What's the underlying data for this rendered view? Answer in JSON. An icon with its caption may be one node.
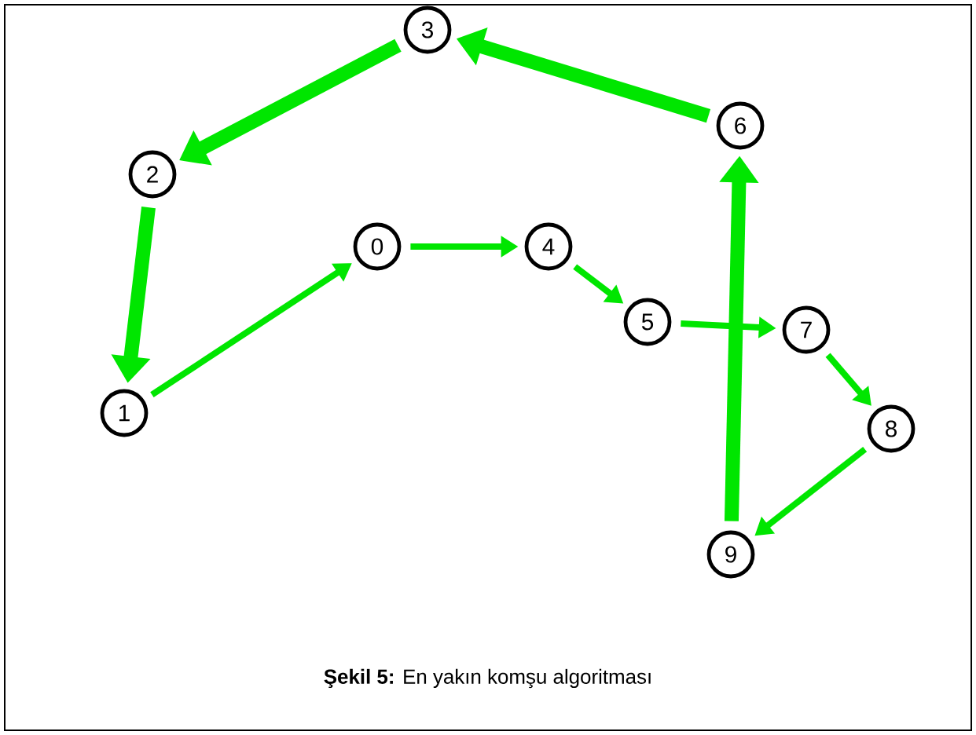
{
  "diagram": {
    "caption": "**Şekil 5:** En yakın komşu algoritması",
    "nodes": [
      {
        "text": [
          "0"
        ]
      },
      {
        "text": [
          "1"
        ]
      },
      {
        "text": [
          "2"
        ]
      },
      {
        "text": [
          "3"
        ]
      },
      {
        "text": [
          "4"
        ]
      },
      {
        "text": [
          "5"
        ]
      },
      {
        "text": [
          "6"
        ]
      },
      {
        "text": [
          "7"
        ]
      },
      {
        "text": [
          "8"
        ]
      },
      {
        "text": [
          "9"
        ]
      }
    ],
    "edges": [
      {
        "from": 0,
        "to": 4,
        "arrow": "to"
      },
      {
        "from": 4,
        "to": 5,
        "arrow": "to"
      },
      {
        "from": 5,
        "to": 7,
        "arrow": "to"
      },
      {
        "from": 7,
        "to": 8,
        "arrow": "to"
      },
      {
        "from": 8,
        "to": 9,
        "arrow": "to"
      },
      {
        "from": 9,
        "to": 6,
        "arrow": "to",
        "style": "thick"
      },
      {
        "from": 6,
        "to": 3,
        "arrow": "to",
        "style": "thick"
      },
      {
        "from": 3,
        "to": 2,
        "arrow": "to",
        "style": "thick"
      },
      {
        "from": 2,
        "to": 1,
        "arrow": "to",
        "style": "thick"
      },
      {
        "from": 1,
        "to": 0,
        "arrow": "to"
      }
    ]
  }
}
